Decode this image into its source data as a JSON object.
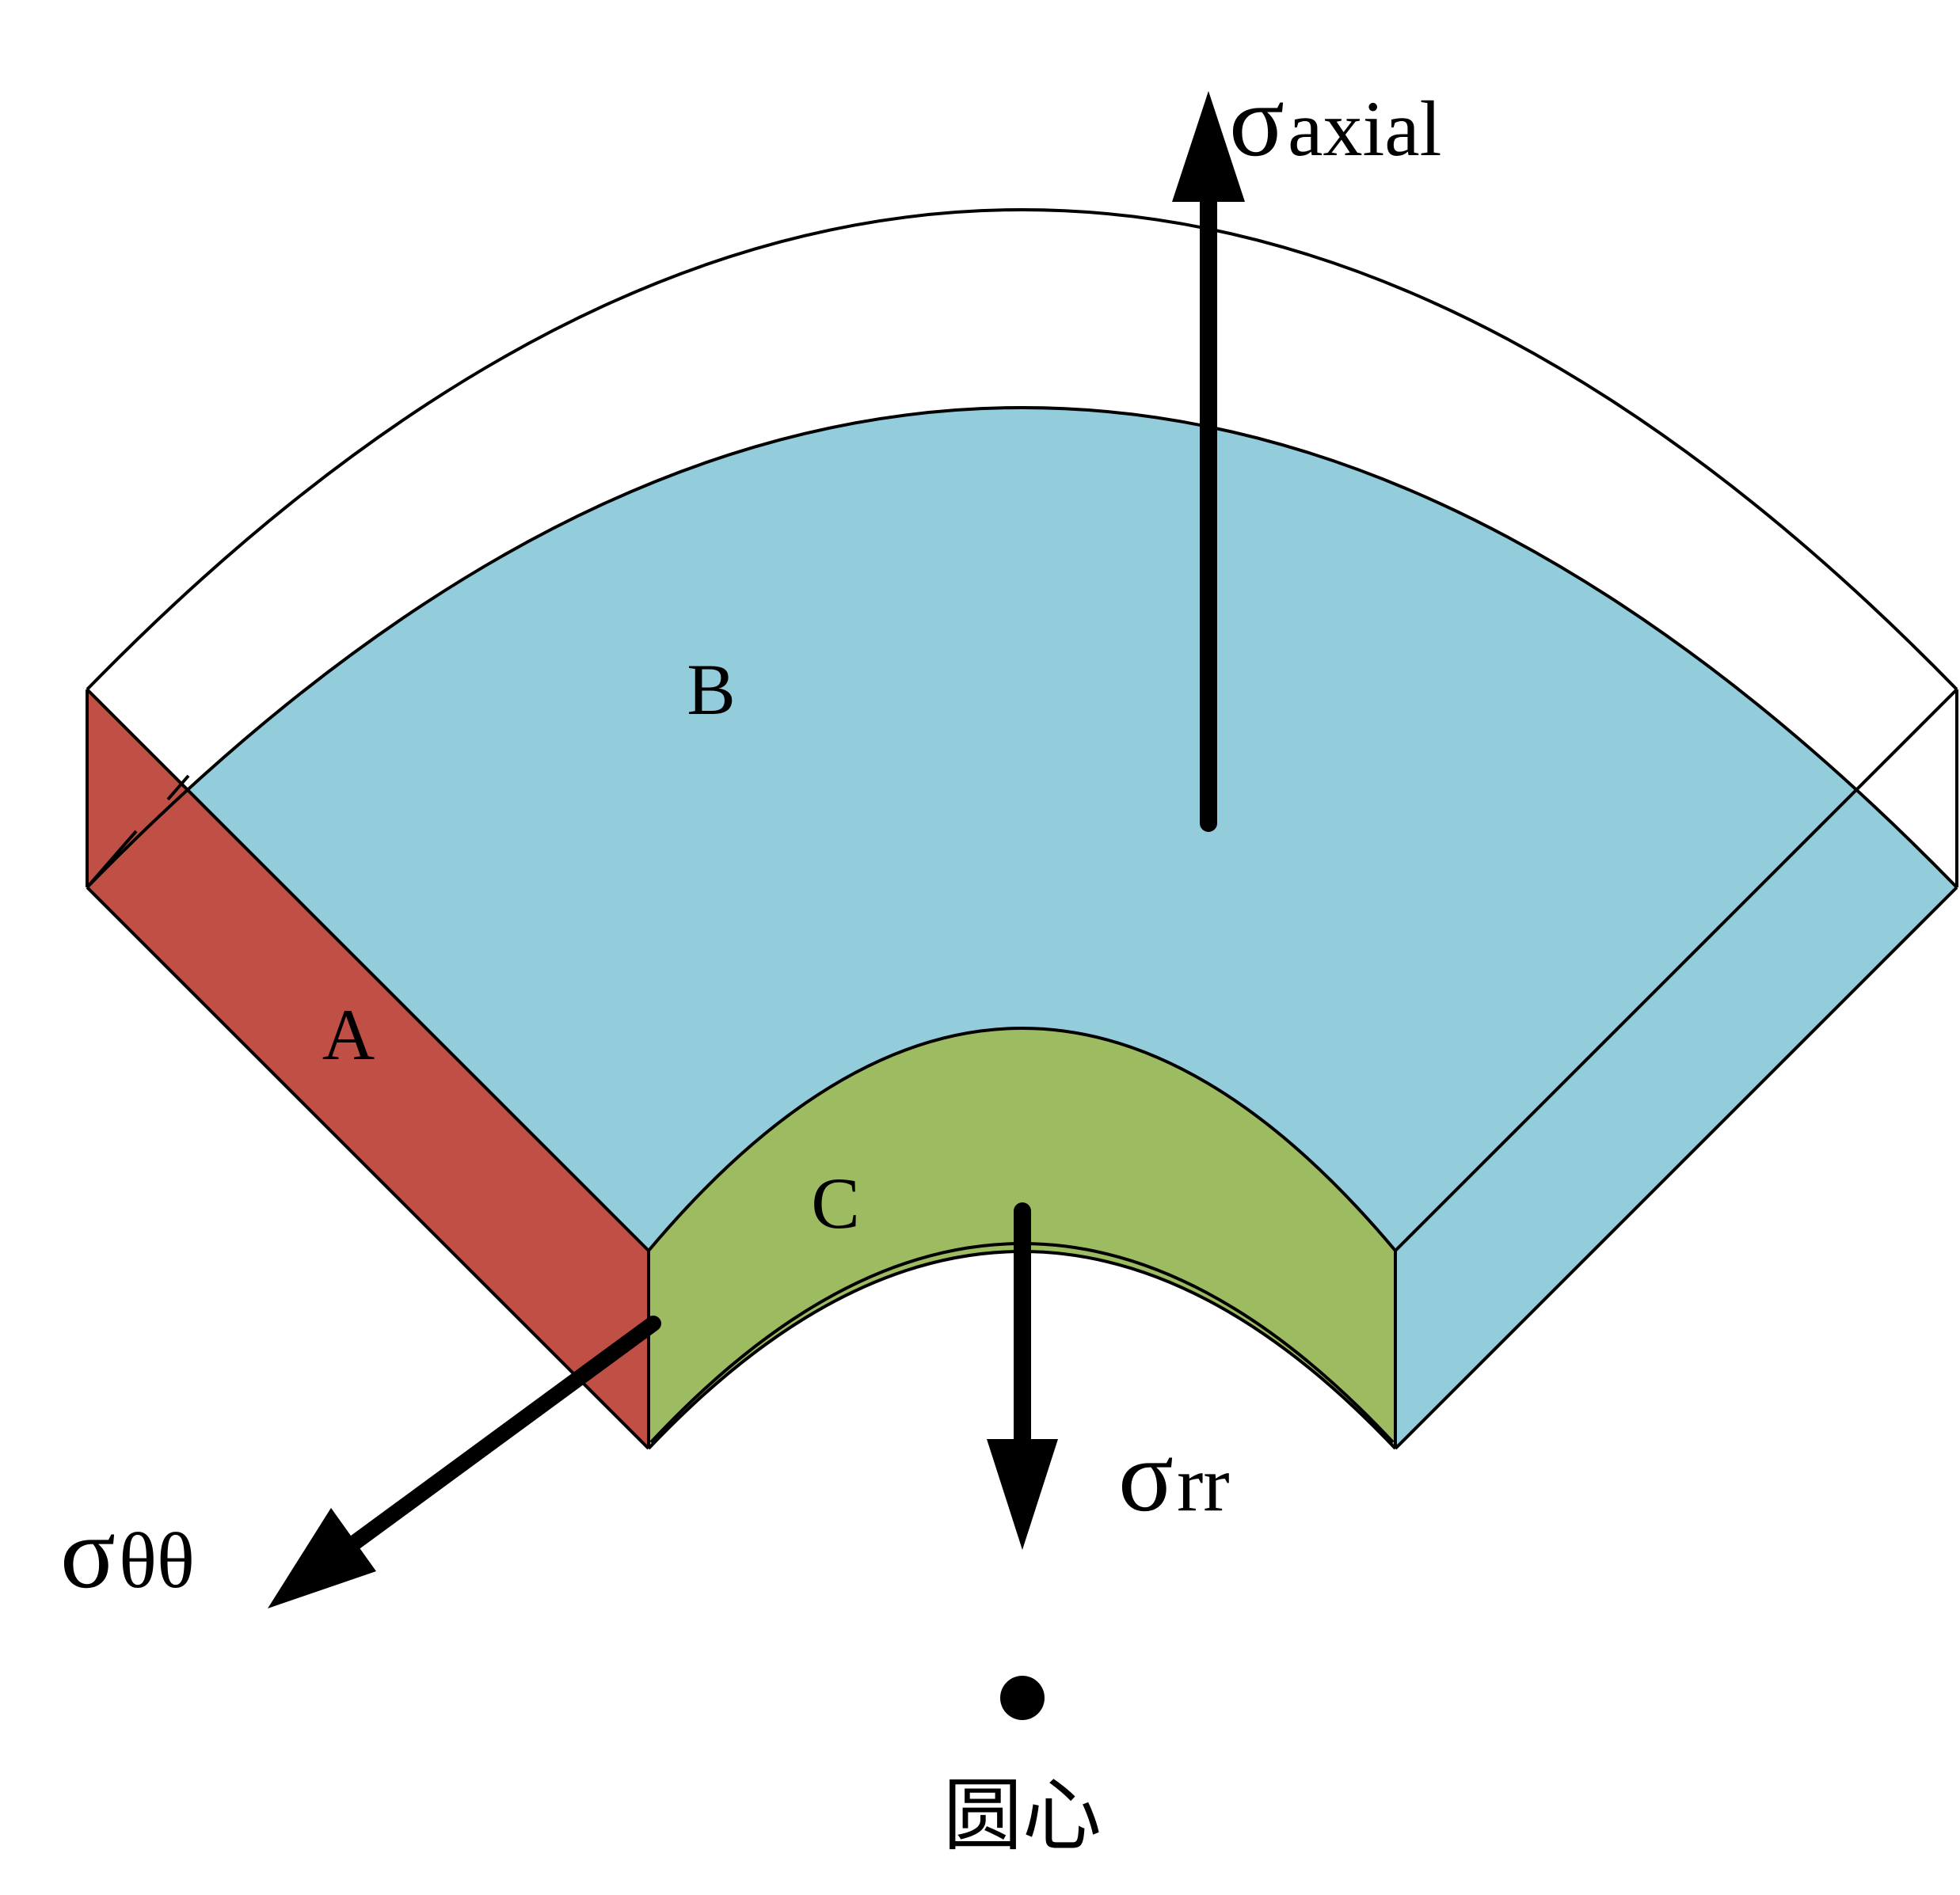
{
  "diagram": {
    "colors": {
      "face_a": "#c05046",
      "face_b": "#93cddb",
      "face_c": "#9dbb61",
      "outline": "#000000",
      "background": "#ffffff"
    },
    "labels": {
      "face_a": "A",
      "face_b": "B",
      "face_c": "C",
      "center": "圆心"
    },
    "stresses": {
      "axial": {
        "symbol": "σ",
        "subscript": "axial"
      },
      "radial": {
        "symbol": "σ",
        "subscript": "rr"
      },
      "hoop": {
        "symbol": "σ",
        "subscript": "θθ"
      }
    }
  }
}
